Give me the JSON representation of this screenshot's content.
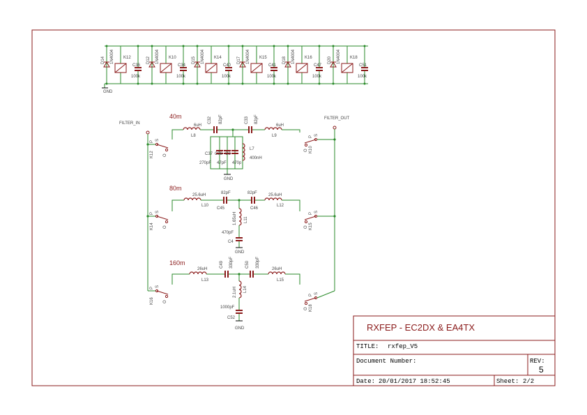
{
  "title_block": {
    "project": "RXFEP - EC2DX & EA4TX",
    "title_label": "TITLE:",
    "title_value": "rxfep_V5",
    "doc_number_label": "Document Number:",
    "rev_label": "REV:",
    "rev_value": "5",
    "date_label": "Date:",
    "date_value": "20/01/2017 18:52:45",
    "sheet_label": "Sheet:",
    "sheet_value": "2/2"
  },
  "relay_bank": {
    "gnd": "GND",
    "diode_part": "1N4004",
    "cap_value": "100k",
    "relays": [
      {
        "diode": "D14",
        "relay": "K12",
        "cap": "C36"
      },
      {
        "diode": "D12",
        "relay": "K10",
        "cap": "C34"
      },
      {
        "diode": "D15",
        "relay": "K14",
        "cap": "C40"
      },
      {
        "diode": "D17",
        "relay": "K15",
        "cap": "C41"
      },
      {
        "diode": "D18",
        "relay": "K16",
        "cap": "C47"
      },
      {
        "diode": "D20",
        "relay": "K18",
        "cap": "C51"
      }
    ]
  },
  "ports": {
    "filter_in": "FILTER_IN",
    "filter_out": "FILTER_OUT"
  },
  "bands": {
    "b40": {
      "name": "40m",
      "l8": {
        "ref": "L8",
        "value": "6uH"
      },
      "c32": {
        "ref": "C32",
        "value": "82pF"
      },
      "c33": {
        "ref": "C33",
        "value": "82pF"
      },
      "l9": {
        "ref": "L9",
        "value": "6uH"
      },
      "c37": {
        "ref": "C37",
        "value": "270pF"
      },
      "c38": {
        "ref": "C38",
        "value": "47pF"
      },
      "c39": {
        "ref": "C3",
        "value": "470p"
      },
      "l7": {
        "ref": "L7",
        "value": "400nH"
      },
      "gnd": "GND",
      "k_in": "K12",
      "k_out": "K10"
    },
    "b80": {
      "name": "80m",
      "l10": {
        "ref": "L10",
        "value": "25.6uH"
      },
      "c45": {
        "ref": "C45",
        "value": "82pF"
      },
      "c46": {
        "ref": "C46",
        "value": "82pF"
      },
      "l12": {
        "ref": "L12",
        "value": "25.6uH"
      },
      "l11": {
        "ref": "L11",
        "value": "1.65uH"
      },
      "c44": {
        "ref": "C4",
        "value": "470pF"
      },
      "gnd": "GND",
      "k_in": "K14",
      "k_out": "K15"
    },
    "b160": {
      "name": "160m",
      "l13": {
        "ref": "L13",
        "value": "26uH"
      },
      "c49": {
        "ref": "C49",
        "value": "330pF"
      },
      "c50": {
        "ref": "C50",
        "value": "330pF"
      },
      "l15": {
        "ref": "L15",
        "value": "26uH"
      },
      "l14": {
        "ref": "L14",
        "value": "2.1uH"
      },
      "c52": {
        "ref": "C52",
        "value": "1000pF"
      },
      "gnd": "GND",
      "k_in": "K16",
      "k_out": "K18"
    }
  },
  "pins": {
    "p": "P",
    "s": "S",
    "o": "O"
  }
}
